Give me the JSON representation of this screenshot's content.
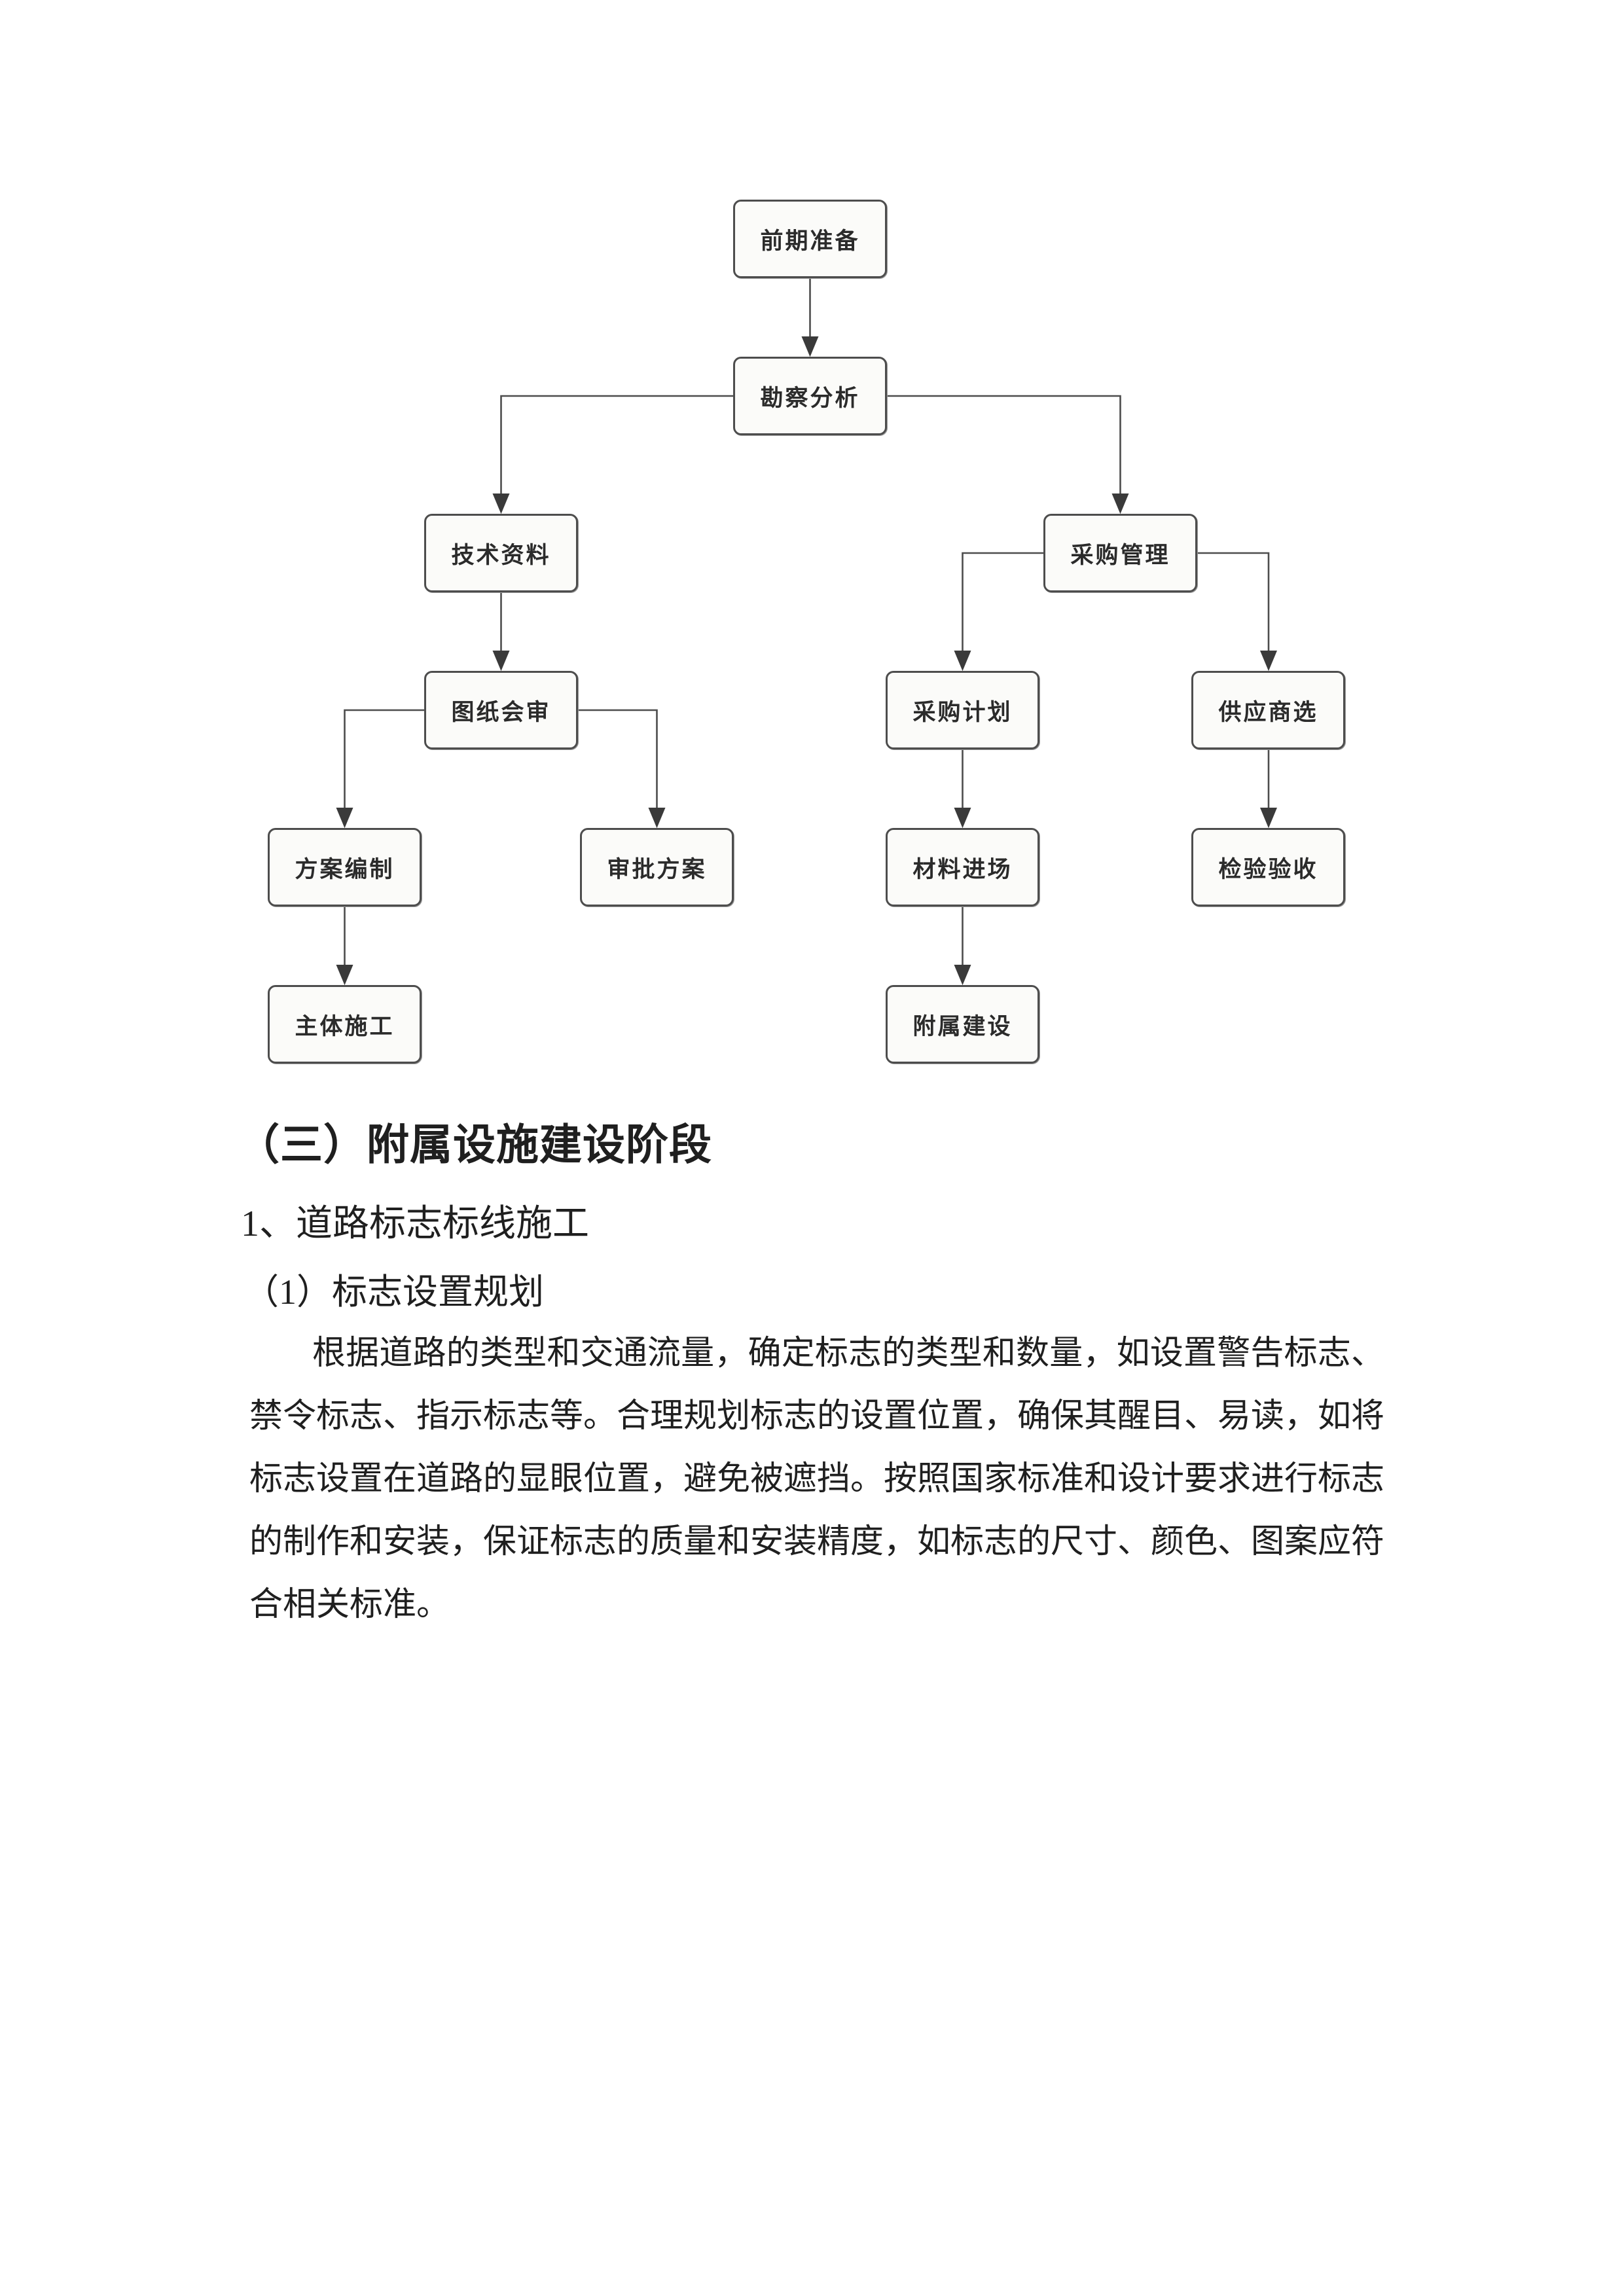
{
  "flowchart": {
    "title": "construction-process-flowchart",
    "nodes": [
      {
        "id": "prep",
        "label": "前期准备"
      },
      {
        "id": "survey",
        "label": "勘察分析"
      },
      {
        "id": "tech-data",
        "label": "技术资料"
      },
      {
        "id": "procurement-mgmt",
        "label": "采购管理"
      },
      {
        "id": "drawing-review",
        "label": "图纸会审"
      },
      {
        "id": "purchase-plan",
        "label": "采购计划"
      },
      {
        "id": "supplier-select",
        "label": "供应商选"
      },
      {
        "id": "plan-prep",
        "label": "方案编制"
      },
      {
        "id": "approve-plan",
        "label": "审批方案"
      },
      {
        "id": "material-entry",
        "label": "材料进场"
      },
      {
        "id": "inspection",
        "label": "检验验收"
      },
      {
        "id": "main-construction",
        "label": "主体施工"
      },
      {
        "id": "auxiliary-construction",
        "label": "附属建设"
      }
    ],
    "edges": [
      {
        "from": "prep",
        "to": "survey"
      },
      {
        "from": "survey",
        "to": "tech-data"
      },
      {
        "from": "survey",
        "to": "procurement-mgmt"
      },
      {
        "from": "tech-data",
        "to": "drawing-review"
      },
      {
        "from": "drawing-review",
        "to": "plan-prep"
      },
      {
        "from": "drawing-review",
        "to": "approve-plan"
      },
      {
        "from": "plan-prep",
        "to": "main-construction"
      },
      {
        "from": "procurement-mgmt",
        "to": "purchase-plan"
      },
      {
        "from": "procurement-mgmt",
        "to": "supplier-select"
      },
      {
        "from": "purchase-plan",
        "to": "material-entry"
      },
      {
        "from": "material-entry",
        "to": "auxiliary-construction"
      },
      {
        "from": "supplier-select",
        "to": "inspection"
      }
    ],
    "colors": {
      "box_fill": "#fbfbf9",
      "box_border": "#4d4d4d",
      "connector": "#4d4d4d",
      "label_text": "#2b2b2b"
    }
  },
  "section": {
    "heading": "（三）附属设施建设阶段",
    "subheading1": "1、道路标志标线施工",
    "subheading2": "（1）标志设置规划",
    "paragraph_lines": [
      "根据道路的类型和交通流量，确定标志的类型和数量，如设置警告标志、",
      "禁令标志、指示标志等。合理规划标志的设置位置，确保其醒目、易读，如将",
      "标志设置在道路的显眼位置，避免被遮挡。按照国家标准和设计要求进行标志",
      "的制作和安装，保证标志的质量和安装精度，如标志的尺寸、颜色、图案应符",
      "合相关标准。"
    ],
    "paragraph_full": "根据道路的类型和交通流量，确定标志的类型和数量，如设置警告标志、禁令标志、指示标志等。合理规划标志的设置位置，确保其醒目、易读，如将标志设置在道路的显眼位置，避免被遮挡。按照国家标准和设计要求进行标志的制作和安装，保证标志的质量和安装精度，如标志的尺寸、颜色、图案应符合相关标准。"
  }
}
